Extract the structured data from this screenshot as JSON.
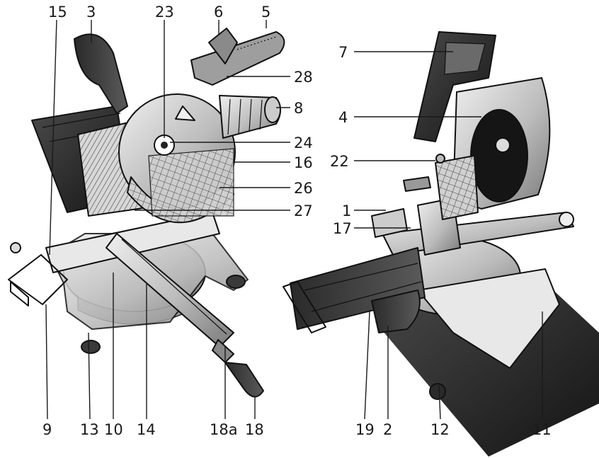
{
  "callouts": {
    "c15": "15",
    "c3": "3",
    "c23": "23",
    "c6": "6",
    "c5": "5",
    "c28": "28",
    "c8": "8",
    "c24": "24",
    "c16": "16",
    "c26": "26",
    "c27": "27",
    "c9": "9",
    "c13": "13",
    "c10": "10",
    "c14": "14",
    "c18a": "18a",
    "c18": "18",
    "c7": "7",
    "c4": "4",
    "c22": "22",
    "c1": "1",
    "c17": "17",
    "c19": "19",
    "c2": "2",
    "c12": "12",
    "c11": "11"
  },
  "colors": {
    "dark": "#1e1e1e",
    "mid": "#6e6e6e",
    "light": "#bdbdbd",
    "pale": "#e3e3e3"
  }
}
